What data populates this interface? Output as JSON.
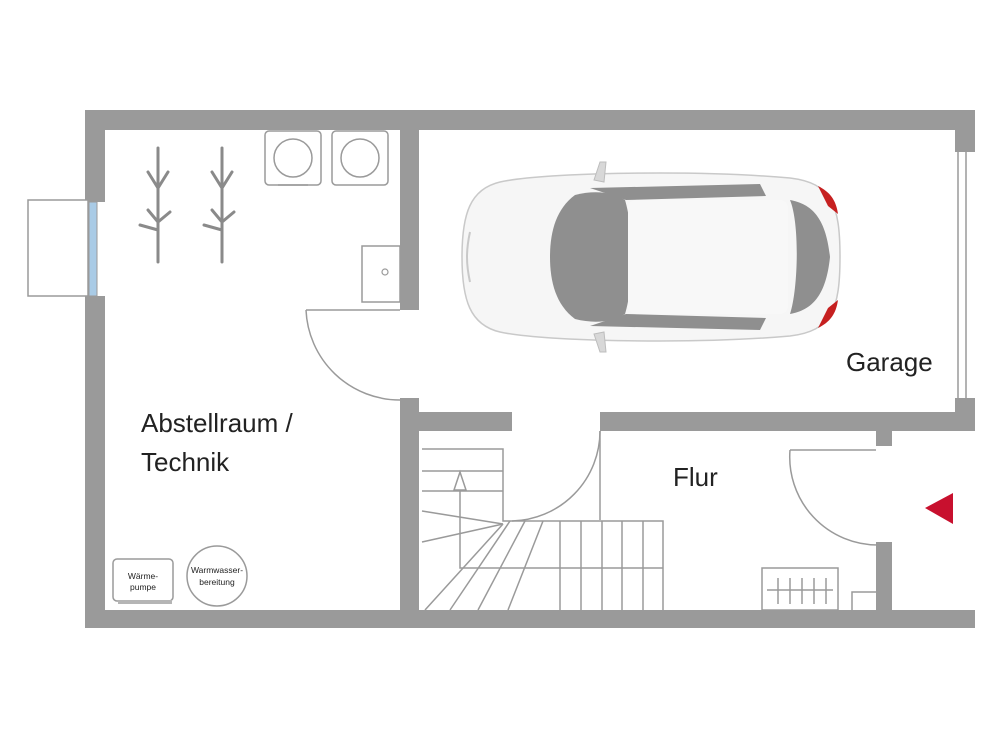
{
  "rooms": {
    "storage_line1": "Abstellraum /",
    "storage_line2": "Technik",
    "garage": "Garage",
    "hall": "Flur"
  },
  "equipment": {
    "heat_pump_line1": "Wärme-",
    "heat_pump_line2": "pumpe",
    "water_heater_line1": "Warmwasser-",
    "water_heater_line2": "bereitung"
  },
  "colors": {
    "wall": "#9a9a9a",
    "window_glass": "#a9cbe6",
    "entrance_marker": "#c8102e",
    "car_body": "#f6f6f6",
    "car_glass": "#8f8f8f",
    "tail_light": "#c62020"
  },
  "icons": {
    "bicycles": "bicycle-icon",
    "washing_machine": "washing-machine-icon",
    "dryer": "dryer-icon",
    "sink": "sink-icon",
    "car": "car-icon",
    "entrance": "entrance-arrow-icon",
    "radiator": "radiator-icon",
    "stairs": "staircase-icon"
  }
}
